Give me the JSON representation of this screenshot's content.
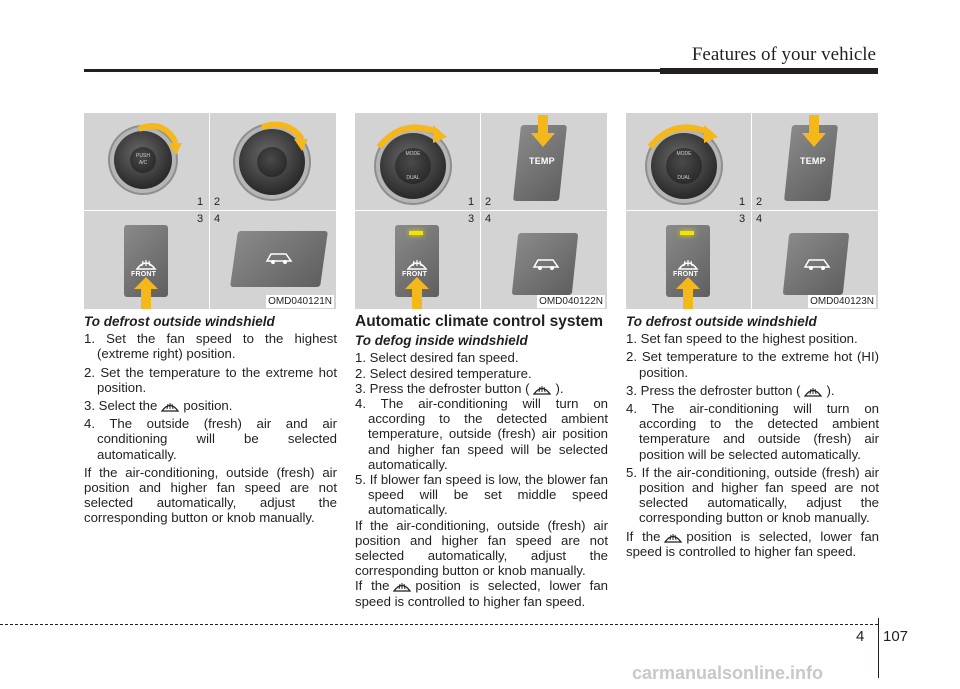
{
  "header": {
    "title": "Features of your vehicle"
  },
  "figures": [
    {
      "code": "OMD040121N",
      "quadrants": [
        "1",
        "2",
        "3",
        "4"
      ],
      "panel_labels": {
        "front": "FRONT",
        "knob_push": "PUSH",
        "knob_ac": "A/C"
      }
    },
    {
      "code": "OMD040122N",
      "quadrants": [
        "1",
        "2",
        "3",
        "4"
      ],
      "panel_labels": {
        "front": "FRONT",
        "mode": "MODE",
        "dual": "DUAL",
        "temp": "TEMP"
      }
    },
    {
      "code": "OMD040123N",
      "quadrants": [
        "1",
        "2",
        "3",
        "4"
      ],
      "panel_labels": {
        "front": "FRONT",
        "mode": "MODE",
        "dual": "DUAL",
        "temp": "TEMP"
      }
    }
  ],
  "col1": {
    "heading": "To defrost outside windshield",
    "items": [
      "1. Set the fan speed to the highest (extreme right) position.",
      "2. Set the temperature to the extreme hot position."
    ],
    "item3_before": "3. Select the",
    "item3_after": "position.",
    "item4": "4. The outside (fresh) air and air conditioning will be selected automatically.",
    "para": "If the air-conditioning, outside (fresh) air position and higher fan speed are not selected automatically, adjust the corresponding button or knob manually."
  },
  "col2": {
    "section_title": "Automatic climate control system",
    "heading": "To defog inside windshield",
    "item1": "1. Select desired fan speed.",
    "item2": "2. Select desired temperature.",
    "item3_before": "3. Press the defroster button (",
    "item3_after": ").",
    "item4": "4. The air-conditioning will turn on according to the detected ambient temperature, outside (fresh) air position and higher fan speed will be selected automatically.",
    "item5": "5. If blower fan speed is low, the blower fan speed will be set middle speed automatically.",
    "para1": "If the air-conditioning, outside (fresh) air position and higher fan speed are not selected automatically, adjust the corresponding button or knob manually.",
    "para2_before": "If the",
    "para2_after": "position is selected, lower fan speed is controlled to higher fan speed."
  },
  "col3": {
    "heading": "To defrost outside windshield",
    "item1": "1. Set fan speed to the highest position.",
    "item2": "2. Set temperature to the extreme hot (HI) position.",
    "item3_before": "3. Press the defroster button (",
    "item3_after": ").",
    "item4": "4. The air-conditioning will turn on according to the detected ambient temperature and outside (fresh) air position will be selected automatically.",
    "item5": "5. If the air-conditioning, outside (fresh) air position and higher fan speed are not selected automatically, adjust the corresponding button or knob manually.",
    "para_before": "If the",
    "para_after": "position is selected, lower fan speed is controlled to higher fan speed."
  },
  "footer": {
    "chapter": "4",
    "page": "107",
    "watermark": "carmanualsonline.info"
  },
  "colors": {
    "figure_bg": "#d3d3d3",
    "arrow": "#f5b81c",
    "indicator": "#f5e400"
  }
}
